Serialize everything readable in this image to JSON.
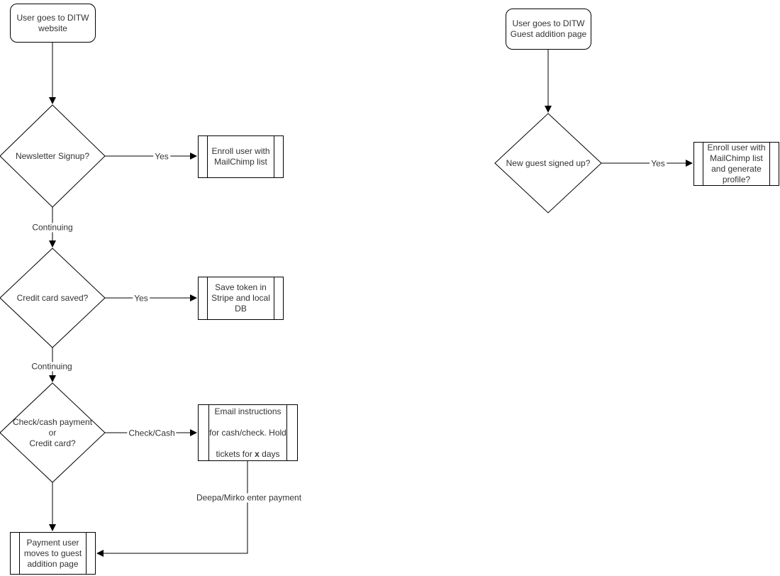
{
  "diagram": {
    "nodes": {
      "start_website": {
        "label": "User goes to DITW\nwebsite"
      },
      "newsletter_signup": {
        "label": "Newsletter Signup?"
      },
      "enroll_mailchimp": {
        "label": "Enroll user with\nMailChimp list"
      },
      "credit_card_saved": {
        "label": "Credit card saved?"
      },
      "save_token": {
        "label": "Save token in\nStripe and local\nDB"
      },
      "payment_method": {
        "label": "Check/cash payment\nor\nCredit card?"
      },
      "email_instructions": {
        "line1": "Email instructions",
        "line2": "for cash/check. Hold",
        "line3_before": "tickets for ",
        "line3_bold": "x",
        "line3_after": " days"
      },
      "payment_user_moves": {
        "label": "Payment user\nmoves to guest\naddition page"
      },
      "start_guest_page": {
        "label": "User goes to DITW\nGuest addition page"
      },
      "new_guest_signed_up": {
        "label": "New guest signed up?"
      },
      "enroll_generate_profile": {
        "label": "Enroll user with\nMailChimp list\nand generate\nprofile?"
      }
    },
    "edge_labels": {
      "newsletter_yes": "Yes",
      "newsletter_continuing": "Continuing",
      "credit_yes": "Yes",
      "credit_continuing": "Continuing",
      "check_cash": "Check/Cash",
      "deepa_mirko": "Deepa/Mirko enter payment",
      "guest_yes": "Yes"
    },
    "colors": {
      "stroke": "#000000",
      "text": "#333333",
      "background": "#ffffff"
    }
  }
}
